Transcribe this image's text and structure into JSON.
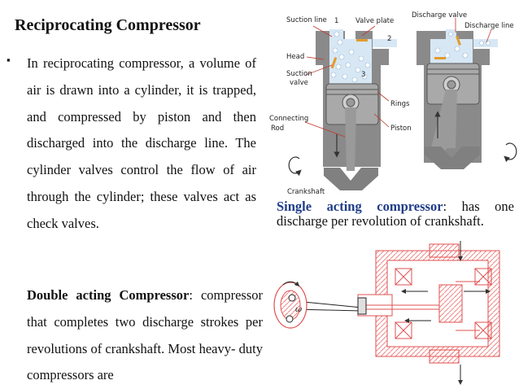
{
  "slide": {
    "title": "Reciprocating Compressor",
    "bullet_marker": "▪",
    "paragraph": "In reciprocating compressor, a volume of air is drawn into a cylinder, it is trapped, and compressed by piston and then discharged into the discharge line. The cylinder valves control the flow of air through the cylinder; these valves act as check valves.",
    "double_acting": {
      "heading": "Double acting Compressor",
      "text": ": compressor that completes two discharge strokes per revolutions of crankshaft. Most heavy- duty compressors are"
    },
    "single_acting": {
      "heading": "Single acting compressor",
      "text": ": has one discharge per revolution of crankshaft."
    }
  },
  "diagram": {
    "labels": {
      "suction_line": "Suction line",
      "num1": "1",
      "valve_plate": "Valve plate",
      "num2": "2",
      "discharge_valve": "Discharge valve",
      "discharge_line": "Discharge line",
      "head": "Head",
      "suction_valve_1": "Suction",
      "suction_valve_2": "valve",
      "num3": "3",
      "rings": "Rings",
      "connecting_rod_1": "Connecting",
      "connecting_rod_2": "Rod",
      "piston": "Piston",
      "crankshaft": "Crankshaft",
      "omega": "ω"
    }
  }
}
